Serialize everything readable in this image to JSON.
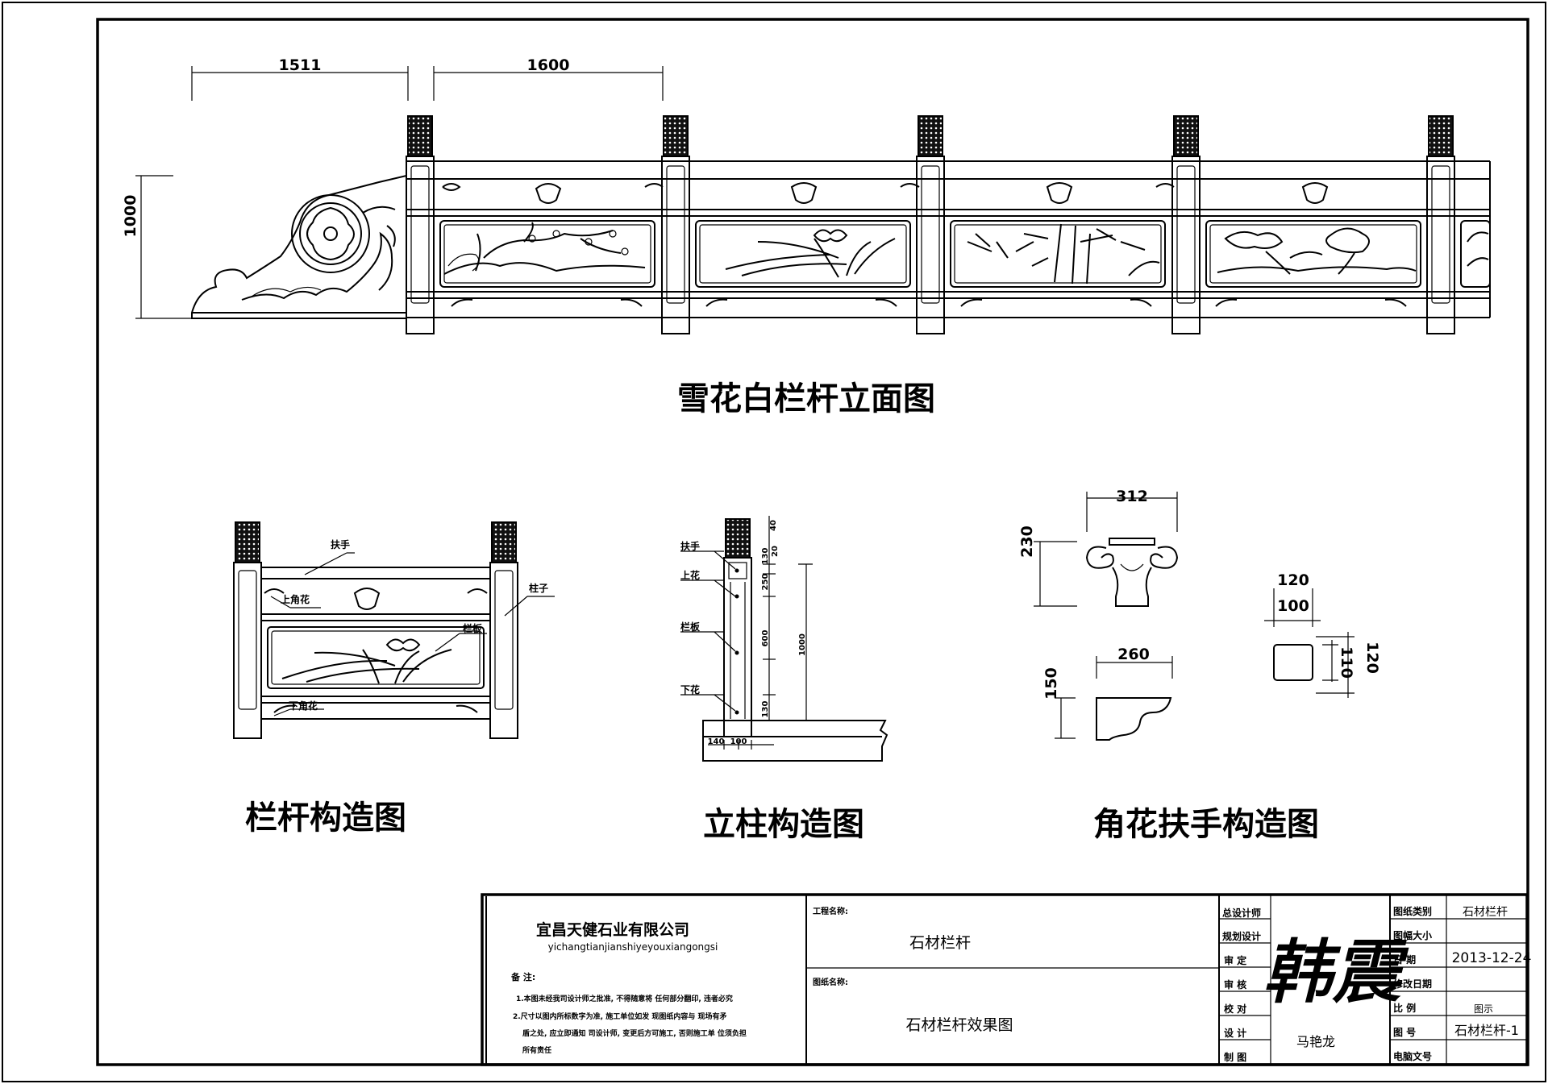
{
  "main_title": "雪花白栏杆立面图",
  "elevation": {
    "dim_left": "1511",
    "dim_mid": "1600",
    "dim_height": "1000"
  },
  "section_titles": {
    "railing": "栏杆构造图",
    "column": "立柱构造图",
    "corner": "角花扶手构造图"
  },
  "railing_labels": {
    "handrail": "扶手",
    "upper_corner": "上角花",
    "panel": "栏板",
    "lower_corner": "下角花",
    "column": "柱子"
  },
  "column_labels": {
    "handrail": "扶手",
    "upper": "上花",
    "panel": "栏板",
    "lower": "下花",
    "dims_right": [
      "40",
      "20",
      "130",
      "250",
      "600",
      "130"
    ],
    "dim_total": "1000",
    "dims_bottom": [
      "140",
      "100"
    ]
  },
  "corner_dims": {
    "vase_width": "312",
    "vase_height": "230",
    "bracket_width": "260",
    "bracket_height": "150",
    "sec_outer_w": "120",
    "sec_inner_w": "100",
    "sec_inner_h": "110",
    "sec_outer_h": "120"
  },
  "title_block": {
    "company_cn": "宜昌天健石业有限公司",
    "company_en": "yichangtianjianshiyeyouxiangongsi",
    "notes_label": "备  注:",
    "notes": [
      "1.本图未经我司设计师之批准,              不得随意将       任何部分翻印,        违者必究",
      "2.尺寸以图内所标数字为准,             施工单位如发      现图纸内容与      现场有矛",
      "盾之处,     应立即通知       司设计师,  变更后方可施工,         否则施工单        位须负担",
      "所有责任"
    ],
    "project_label": "工程名称:",
    "project_value": "石材栏杆",
    "drawing_label": "图纸名称:",
    "drawing_value": "石材栏杆效果图",
    "roles": [
      "总设计师",
      "规划设计",
      "审  定",
      "审  核",
      "校  对",
      "设  计",
      "制  图"
    ],
    "designer_name": "马艳龙",
    "signature": "韩震",
    "right_labels": [
      "图纸类别",
      "图幅大小",
      "日  期",
      "修改日期",
      "比  例",
      "图  号",
      "电脑文号"
    ],
    "right_values": {
      "category": "石材栏杆",
      "date": "2013-12-24",
      "scale": "图示",
      "number": "石材栏杆-1"
    }
  }
}
